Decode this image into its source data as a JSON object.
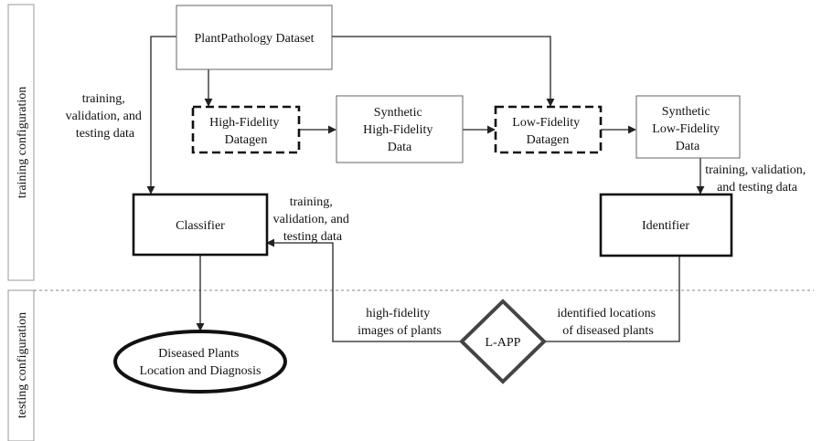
{
  "sections": {
    "training": "training configuration",
    "testing": "testing configuration"
  },
  "nodes": {
    "dataset": "PlantPathology Dataset",
    "hf_datagen": [
      "High-Fidelity",
      "Datagen"
    ],
    "synthetic_hf": [
      "Synthetic",
      "High-Fidelity",
      "Data"
    ],
    "lf_datagen": [
      "Low-Fidelity",
      "Datagen"
    ],
    "synthetic_lf": [
      "Synthetic",
      "Low-Fidelity",
      "Data"
    ],
    "classifier": "Classifier",
    "identifier": "Identifier",
    "lapp": "L-APP",
    "diseased": [
      "Diseased Plants",
      "Location and Diagnosis"
    ]
  },
  "edge_labels": {
    "dataset_to_classifier": [
      "training,",
      "validation, and",
      "testing data"
    ],
    "lf_to_identifier": [
      "training, validation,",
      "and testing data"
    ],
    "lapp_to_classifier": [
      "training,",
      "validation, and",
      "testing data"
    ],
    "lapp_images": [
      "high-fidelity",
      "images of plants"
    ],
    "identifier_locations": [
      "identified locations",
      "of diseased plants"
    ]
  }
}
